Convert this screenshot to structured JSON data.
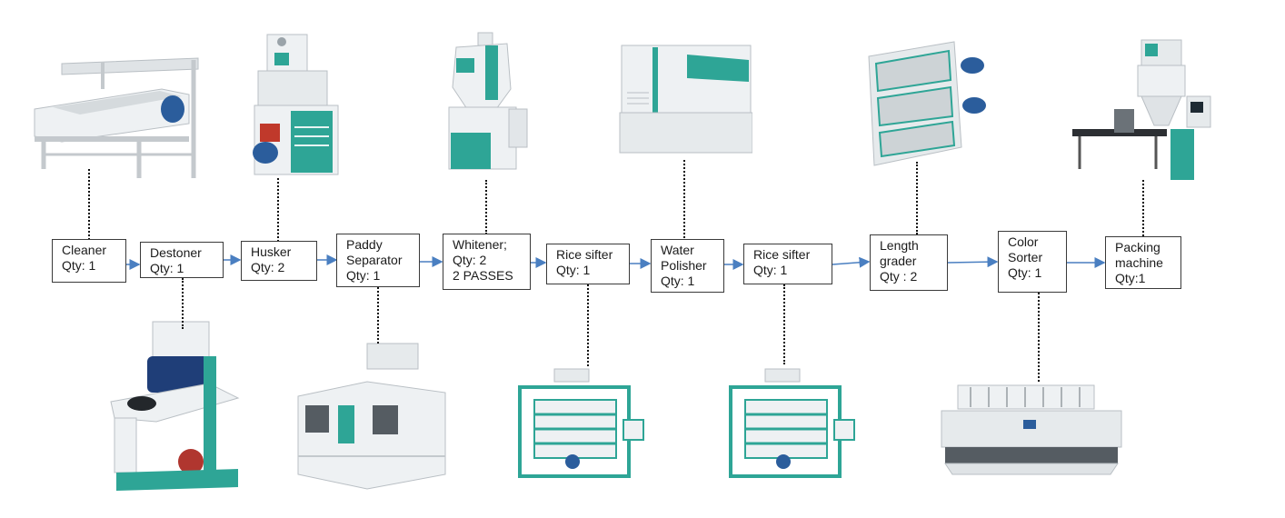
{
  "steps": [
    {
      "id": "cleaner",
      "name": "Cleaner",
      "lines": [
        "Cleaner",
        "Qty: 1"
      ]
    },
    {
      "id": "destoner",
      "name": "Destoner",
      "lines": [
        "Destoner",
        "Qty: 1"
      ]
    },
    {
      "id": "husker",
      "name": "Husker",
      "lines": [
        "Husker",
        "Qty: 2"
      ]
    },
    {
      "id": "paddy-separator",
      "name": "Paddy Separator",
      "lines": [
        "Paddy",
        "Separator",
        "Qty: 1"
      ]
    },
    {
      "id": "whitener",
      "name": "Whitener",
      "lines": [
        "Whitener;",
        "Qty: 2",
        "2 PASSES"
      ]
    },
    {
      "id": "rice-sifter-1",
      "name": "Rice sifter",
      "lines": [
        "Rice sifter",
        "Qty: 1"
      ]
    },
    {
      "id": "water-polisher",
      "name": "Water Polisher",
      "lines": [
        "Water",
        "Polisher",
        "Qty: 1"
      ]
    },
    {
      "id": "rice-sifter-2",
      "name": "Rice sifter",
      "lines": [
        "Rice sifter",
        "Qty: 1"
      ]
    },
    {
      "id": "length-grader",
      "name": "Length grader",
      "lines": [
        "Length",
        "grader",
        "Qty : 2"
      ]
    },
    {
      "id": "color-sorter",
      "name": "Color Sorter",
      "lines": [
        "Color",
        "Sorter",
        "Qty: 1"
      ]
    },
    {
      "id": "packing-machine",
      "name": "Packing machine",
      "lines": [
        "Packing",
        "machine",
        "Qty:1"
      ]
    }
  ],
  "colors": {
    "teal": "#2ea596",
    "machine_white": "#eef1f3",
    "machine_gray": "#c4c9cd",
    "motor_blue": "#2b5d9c",
    "arrow_blue": "#4a7fc1",
    "box_border": "#3a3a3a",
    "dotted_line": "#111111"
  }
}
